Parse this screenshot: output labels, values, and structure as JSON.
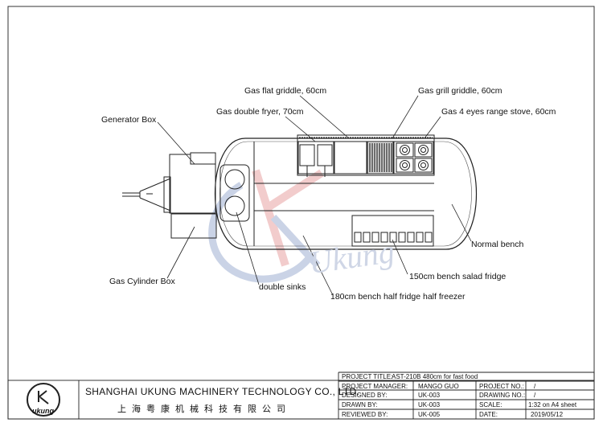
{
  "labels": {
    "gas_flat_griddle": "Gas flat griddle, 60cm",
    "gas_grill_griddle": "Gas grill griddle, 60cm",
    "gas_double_fryer": "Gas double fryer, 70cm",
    "gas_range_stove": "Gas 4 eyes range stove, 60cm",
    "generator_box": "Generator Box",
    "normal_bench": "Normal bench",
    "bench_salad_fridge": "150cm bench salad fridge",
    "gas_cylinder_box": "Gas Cylinder Box",
    "double_sinks": "double sinks",
    "bench_fridge_freezer": "180cm bench half fridge half freezer"
  },
  "watermark": {
    "text": "Ukung"
  },
  "company": {
    "name_en": "SHANGHAI UKUNG MACHINERY TECHNOLOGY CO., LTD.",
    "name_cn": "上海粤康机械科技有限公司",
    "logo_text": "ukung"
  },
  "title_block": {
    "project_title_label": "PROJECT TITLE:",
    "project_title_value": "AST-210B 480cm for fast food",
    "project_manager_label": "PROJECT MANAGER:",
    "project_manager_value": "MANGO GUO",
    "project_no_label": "PROJECT NO.:",
    "project_no_value": "/",
    "designed_by_label": "DESIGNED BY:",
    "designed_by_value": "UK-003",
    "drawing_no_label": "DRAWING NO.:",
    "drawing_no_value": "/",
    "drawn_by_label": "DRAWN BY:",
    "drawn_by_value": "UK-003",
    "scale_label": "SCALE:",
    "scale_value": "1:32 on A4 sheet",
    "reviewed_by_label": "REVIEWED BY:",
    "reviewed_by_value": "UK-005",
    "date_label": "DATE:",
    "date_value": "2019/05/12"
  }
}
